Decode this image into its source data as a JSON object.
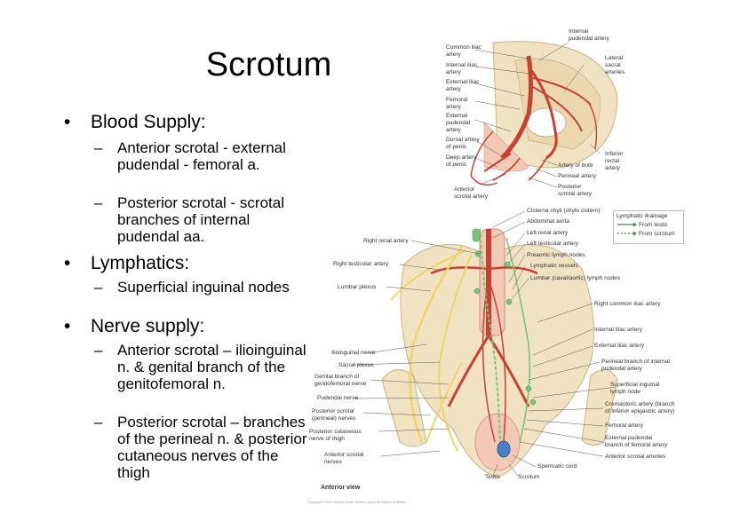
{
  "slide": {
    "title": "Scrotum",
    "sections": [
      {
        "bullet": "Blood Supply:",
        "items": [
          "Anterior scrotal - external pudendal - femoral a.",
          "Posterior scrotal - scrotal branches of internal pudendal aa."
        ]
      },
      {
        "bullet": "Lymphatics:",
        "items": [
          "Superficial inguinal nodes"
        ]
      },
      {
        "bullet": "Nerve supply:",
        "items": [
          "Anterior scrotal – ilioinguinal n. & genital branch of the genitofemoral n.",
          "Posterior scrotal – branches of the perineal n. & posterior cutaneous nerves of the thigh"
        ]
      }
    ]
  },
  "figure_top": {
    "labels_left": [
      "Common iliac\nartery",
      "Internal iliac\nartery",
      "External iliac\nartery",
      "Femoral\nartery",
      "External\npudendal\nartery",
      "Dorsal artery\nof penis",
      "Deep artery\nof penis",
      "Anterior\nscrotal artery"
    ],
    "labels_right": [
      "Internal\npudendal artery",
      "Lateral\nsacral\narteries",
      "Inferior\nrectal\nartery",
      "Artery of bulb",
      "Perineal artery",
      "Posterior\nscrotal artery"
    ]
  },
  "figure_bottom": {
    "labels_top": [
      "Cisterna chyli (chyle cistern)",
      "Abdominal aorta",
      "Left renal artery",
      "Left testicular artery",
      "Preaortic lymph nodes",
      "Lymphatic vessels",
      "Lumbar (caval/aortic) lymph nodes"
    ],
    "labels_left": [
      "Right renal artery",
      "Right testicular artery",
      "Lumbar plexus",
      "Ilioinguinal nerve",
      "Sacral plexus",
      "Genital branch of\ngenitofemoral nerve",
      "Pudendal nerve",
      "Posterior scrotal\n(perineal) nerves",
      "Posterior cutaneous\nnerve of thigh",
      "Anterior scrotal\nnerves"
    ],
    "labels_right": [
      "Right common iliac artery",
      "Internal iliac artery",
      "External iliac artery",
      "Perineal branch of internal\npudendal artery",
      "Superficial inguinal\nlymph node",
      "Cremasteric artery (branch\nof inferior epigastric artery)",
      "Femoral artery",
      "External pudendal\nbranch of femoral artery",
      "Anterior scrotal arteries"
    ],
    "labels_bottom": [
      "Spermatic cord",
      "Testis",
      "Scrotum"
    ],
    "view_label": "Anterior view",
    "copyright": "Copyright © 2010 Wolters Kluwer Health | Lippincott Williams & Wilkins",
    "legend": {
      "title": "Lymphatic drainage",
      "entries": [
        "From testis",
        "From scrotum"
      ]
    }
  },
  "colors": {
    "artery": "#c8402f",
    "nerve": "#ecd46a",
    "lymph": "#7cc47a",
    "bone": "#f1e2c1",
    "tissue": "#f3c9b6"
  }
}
